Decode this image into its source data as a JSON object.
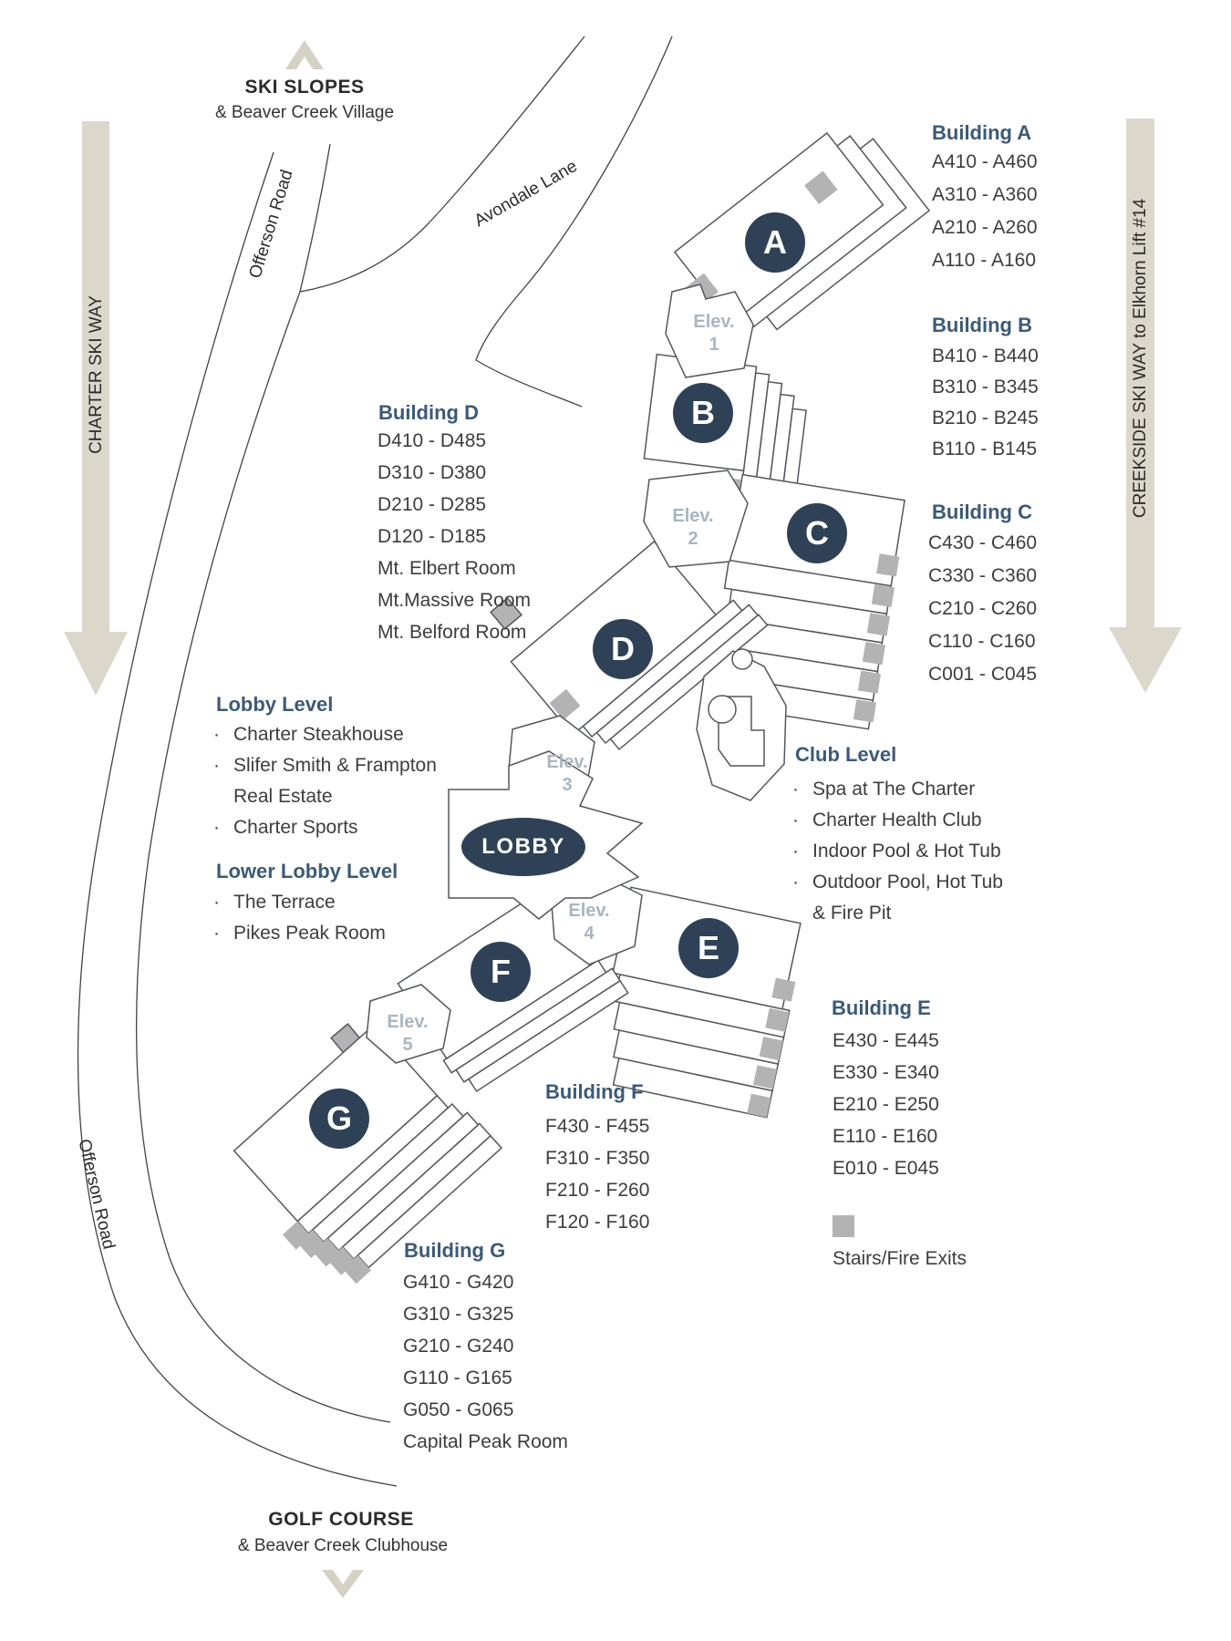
{
  "compass": {
    "top_title": "SKI SLOPES",
    "top_subtitle": "& Beaver Creek Village",
    "bottom_title": "GOLF COURSE",
    "bottom_subtitle": "& Beaver Creek Clubhouse"
  },
  "roads": {
    "offerson_top": "Offerson Road",
    "offerson_bottom": "Offerson Road",
    "avondale": "Avondale Lane",
    "charter_ski_way": "CHARTER SKI WAY",
    "creekside": "CREEKSIDE SKI WAY to Elkhorn Lift #14"
  },
  "lobby_label": "LOBBY",
  "elevators": [
    {
      "label": "Elev.",
      "number": "1"
    },
    {
      "label": "Elev.",
      "number": "2"
    },
    {
      "label": "Elev.",
      "number": "3"
    },
    {
      "label": "Elev.",
      "number": "4"
    },
    {
      "label": "Elev.",
      "number": "5"
    }
  ],
  "buildings": [
    {
      "letter": "A",
      "heading": "Building A",
      "rooms": [
        "A410 - A460",
        "A310 - A360",
        "A210 - A260",
        "A110 - A160"
      ]
    },
    {
      "letter": "B",
      "heading": "Building B",
      "rooms": [
        "B410 - B440",
        "B310 - B345",
        "B210 - B245",
        "B110 - B145"
      ]
    },
    {
      "letter": "C",
      "heading": "Building C",
      "rooms": [
        "C430 - C460",
        "C330 - C360",
        "C210 - C260",
        "C110 - C160",
        "C001 - C045"
      ]
    },
    {
      "letter": "D",
      "heading": "Building D",
      "rooms": [
        "D410 - D485",
        "D310 - D380",
        "D210 - D285",
        "D120 - D185",
        "Mt. Elbert Room",
        "Mt.Massive Room",
        "Mt. Belford Room"
      ]
    },
    {
      "letter": "E",
      "heading": "Building E",
      "rooms": [
        "E430 - E445",
        "E330 - E340",
        "E210 - E250",
        "E110 - E160",
        "E010 - E045"
      ]
    },
    {
      "letter": "F",
      "heading": "Building F",
      "rooms": [
        "F430 - F455",
        "F310 - F350",
        "F210 - F260",
        "F120 - F160"
      ]
    },
    {
      "letter": "G",
      "heading": "Building G",
      "rooms": [
        "G410 - G420",
        "G310 - G325",
        "G210 - G240",
        "G110 - G165",
        "G050 - G065",
        "Capital Peak Room"
      ]
    }
  ],
  "levels": {
    "lobby": {
      "heading": "Lobby Level",
      "items": [
        {
          "b": "·",
          "t": "Charter Steakhouse"
        },
        {
          "b": "·",
          "t": "Slifer Smith & Frampton"
        },
        {
          "b": "",
          "t": "Real Estate"
        },
        {
          "b": "·",
          "t": "Charter Sports"
        }
      ]
    },
    "lower_lobby": {
      "heading": "Lower Lobby Level",
      "items": [
        {
          "b": "·",
          "t": "The Terrace"
        },
        {
          "b": "·",
          "t": "Pikes Peak Room"
        }
      ]
    },
    "club": {
      "heading": "Club Level",
      "items": [
        {
          "b": "·",
          "t": "Spa at The Charter"
        },
        {
          "b": "·",
          "t": "Charter Health Club"
        },
        {
          "b": "·",
          "t": "Indoor Pool & Hot Tub"
        },
        {
          "b": "·",
          "t": "Outdoor Pool, Hot Tub"
        },
        {
          "b": "",
          "t": "& Fire Pit"
        }
      ]
    },
    "legend": {
      "label": "Stairs/Fire Exits"
    }
  },
  "colors": {
    "navy": "#2e4156",
    "heading_blue": "#3c5a77",
    "body_text": "#3d3d3d",
    "elev_label": "#a9b6c1",
    "beige": "#dbd7cb",
    "stairs_gray": "#b3b3b3",
    "outline": "#53575d"
  }
}
